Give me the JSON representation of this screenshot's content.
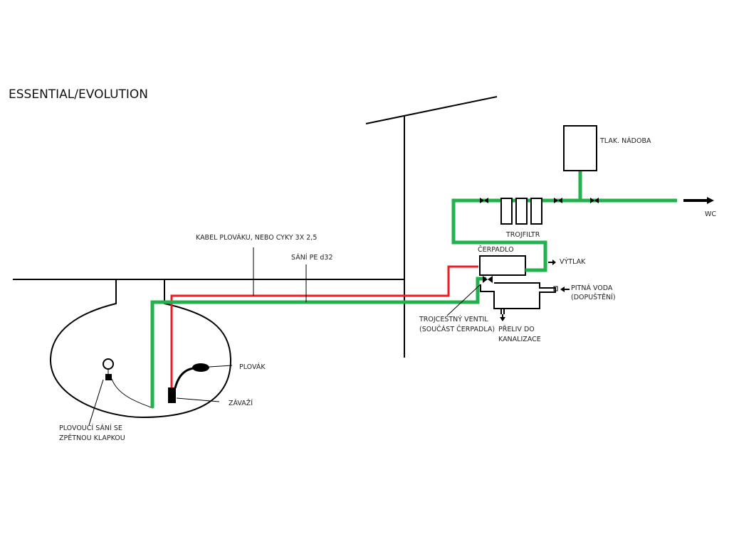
{
  "title": "ESSENTIAL/EVOLUTION",
  "colors": {
    "suction_pipe": "#22b14c",
    "float_cable": "#ed1c24",
    "outline": "#000000"
  },
  "labels": {
    "cable": "KABEL PLOVÁKU, NEBO CYKY 3X 2,5",
    "suction": "SÁNÍ PE d32",
    "pressure_vessel": "TLAK. NÁDOBA",
    "wc": "WC",
    "triple_filter": "TROJFILTR",
    "pump": "ČERPADLO",
    "discharge": "VÝTLAK",
    "drinking_water_line1": "PITNÁ VODA",
    "drinking_water_line2": "(DOPUŠTĚNÍ)",
    "three_way_valve_line1": "TROJCESTNÝ  VENTIL",
    "three_way_valve_line2": "(SOUČÁST ČERPADLA)",
    "overflow_line1": "PŘELIV DO",
    "overflow_line2": "KANALIZACE",
    "float": "PLOVÁK",
    "weight": "ZÁVAŽÍ",
    "floating_suction_line1": "PLOVOUCÍ SÁNÍ SE",
    "floating_suction_line2": "ZPĚTNOU KLAPKOU"
  },
  "legend_icons": {
    "valve": "bowtie-valve-icon",
    "arrow": "arrow-right-icon",
    "down_arrow": "arrow-down-icon",
    "left_arrow": "arrow-left-icon"
  }
}
